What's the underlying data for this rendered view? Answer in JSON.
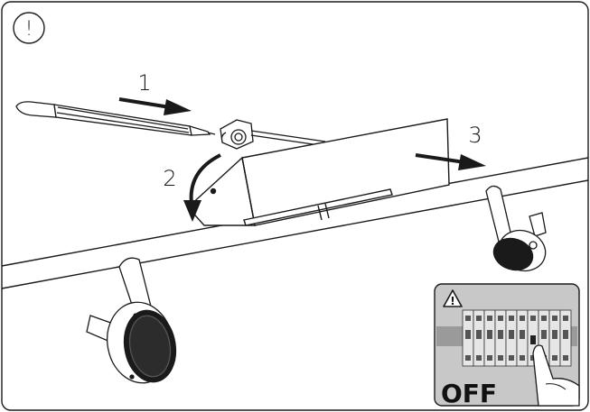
{
  "notice": {
    "symbol": "!"
  },
  "steps": [
    {
      "number": "1"
    },
    {
      "number": "2"
    },
    {
      "number": "3"
    }
  ],
  "inset": {
    "warning_symbol": "!",
    "switch_label": "OFF"
  },
  "colors": {
    "line": "#1a1a1a",
    "inset_bg": "#c8c8c8",
    "inset_dark": "#6e6e6e"
  },
  "icons": [
    "caution-circle-icon",
    "warning-triangle-icon"
  ]
}
